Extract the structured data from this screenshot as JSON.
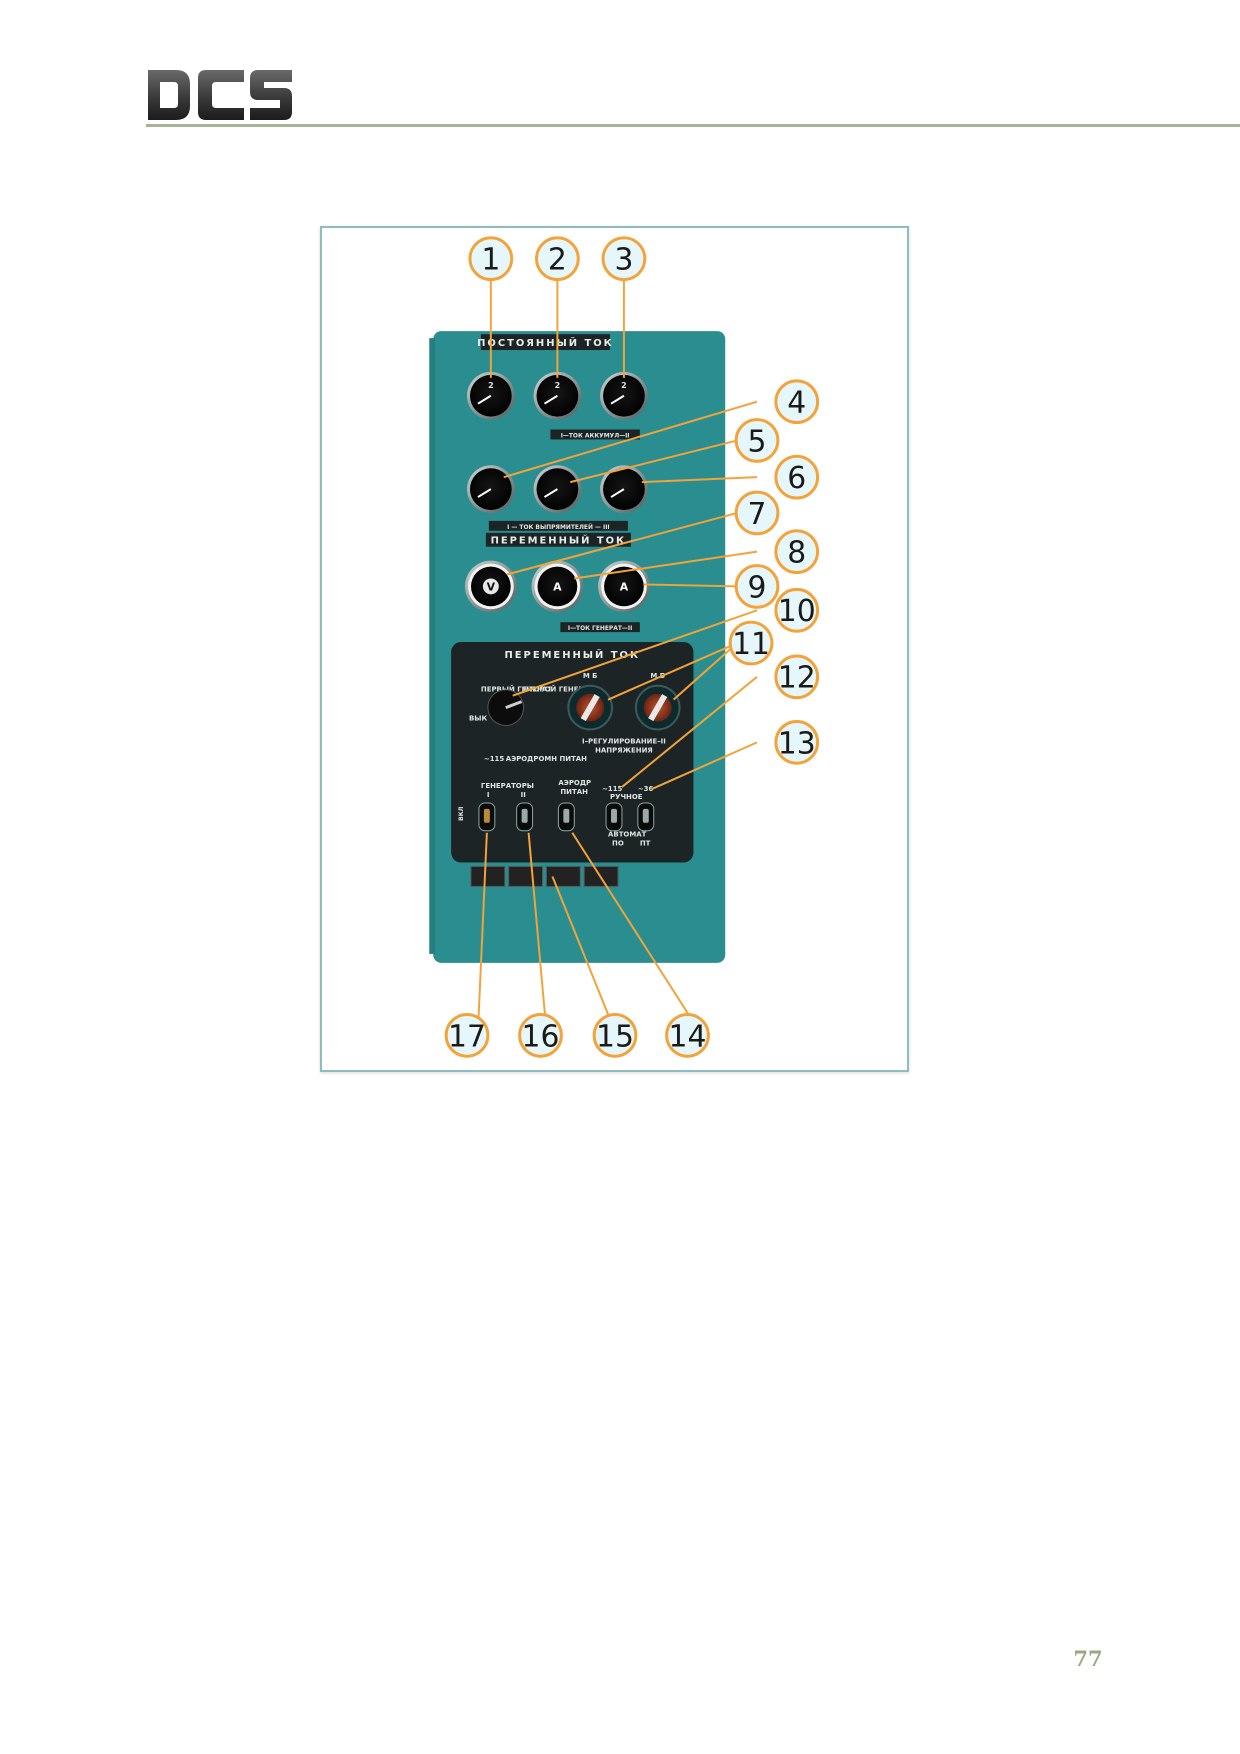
{
  "header": {
    "logo_text": "DCS"
  },
  "panel": {
    "dc_title": "ПОСТОЯННЫЙ ТОК",
    "battery_label": "I—ТОК АККУМУЛ—II",
    "rectifier_label": "I — ТОК ВЫПРЯМИТЕЛЕЙ — III",
    "ac_title": "ПЕРЕМЕННЫЙ ТОК",
    "gen_current_label": "I—ТОК ГЕНЕРАТ—II",
    "lower_title": "ПЕРЕМЕННЫЙ ТОК",
    "selector_top_left": "ПЕРВЫЙ ГЕНЕРАТ",
    "selector_top_right": "ВТОРОЙ ГЕНЕРАТ",
    "selector_bottom": "АЭРОДРОМН ПИТАН",
    "selector_off": "ВЫК",
    "selector_115": "~115",
    "rheostat_mb_left": "М  Б",
    "rheostat_mb_right": "М  Б",
    "regulation_label_1": "I–РЕГУЛИРОВАНИЕ–II",
    "regulation_label_2": "НАПРЯЖЕНИЯ",
    "generators_label": "ГЕНЕРАТОРЫ",
    "gen_I": "I",
    "gen_II": "II",
    "aerodrome_label_1": "АЭРОДР",
    "aerodrome_label_2": "ПИТАН",
    "v115_label": "~115",
    "v36_label": "~36",
    "manual_label": "РУЧНОЕ",
    "auto_label": "АВТОМАТ",
    "po_label": "ПО",
    "pt_label": "ПТ",
    "vkl_label": "ВКЛ",
    "gauge_v": "V",
    "gauge_a": "А"
  },
  "callouts": [
    "1",
    "2",
    "3",
    "4",
    "5",
    "6",
    "7",
    "8",
    "9",
    "10",
    "11",
    "12",
    "13",
    "14",
    "15",
    "16",
    "17"
  ],
  "colors": {
    "panel_teal": "#2a8e90",
    "panel_dark": "#1d2426",
    "callout_fill": "#e6f7fb",
    "callout_stroke": "#f2a33a",
    "arrow": "#f2a33a",
    "rule": "#a7b395",
    "page_number": "#9aa77f"
  },
  "footer": {
    "page_number": "77"
  }
}
